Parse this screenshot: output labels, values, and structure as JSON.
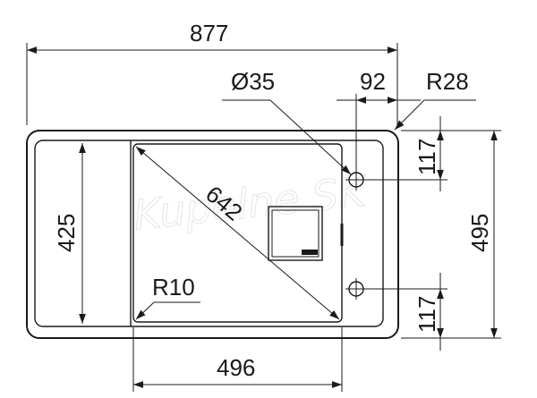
{
  "dimensions": {
    "total_width": "877",
    "tap_hole_diameter": "Ø35",
    "tap_offset": "92",
    "corner_radius_outer": "R28",
    "tap_hole_top_offset": "117",
    "total_depth": "495",
    "drainer_depth": "425",
    "bowl_diagonal": "642",
    "bowl_corner_radius": "R10",
    "tap_hole_bottom_offset": "117",
    "bowl_width": "496"
  },
  "watermark": "Kupelne SK"
}
